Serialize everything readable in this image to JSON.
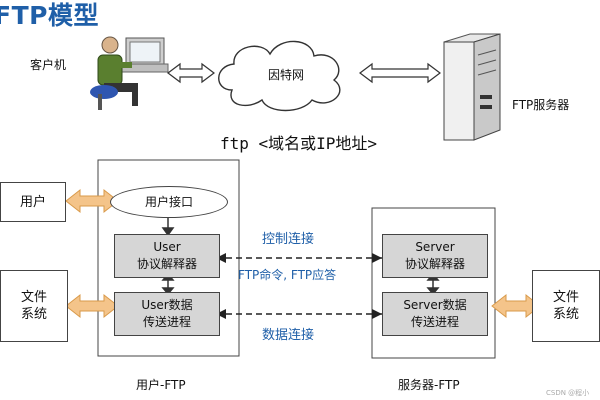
{
  "title": "FTP模型",
  "top": {
    "client_label": "客户机",
    "internet_label": "因特网",
    "server_label": "FTP服务器",
    "ftp_command": "ftp  <域名或IP地址>"
  },
  "left": {
    "user_box": "用户",
    "file_system": [
      "文件",
      "系统"
    ],
    "user_interface": "用户接口",
    "user_pi": [
      "User",
      "协议解释器"
    ],
    "user_dtp": [
      "User数据",
      "传送进程"
    ],
    "caption": "用户-FTP"
  },
  "middle": {
    "control_conn": "控制连接",
    "commands": "FTP命令, FTP应答",
    "data_conn": "数据连接"
  },
  "right": {
    "server_pi": [
      "Server",
      "协议解释器"
    ],
    "server_dtp": [
      "Server数据",
      "传送进程"
    ],
    "file_system": [
      "文件",
      "系统"
    ],
    "caption": "服务器-FTP"
  },
  "colors": {
    "title": "#1f5fa8",
    "link_text": "#1f5fa8",
    "box_fill": "#d6d6d6",
    "arrow_fill": "#f4c48a"
  },
  "watermark": "CSDN @程小"
}
